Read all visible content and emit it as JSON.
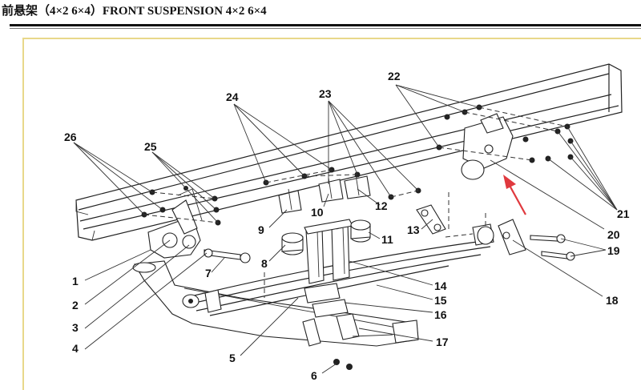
{
  "header": {
    "title": "前悬架（4×2 6×4）FRONT SUSPENSION 4×2 6×4"
  },
  "callouts": {
    "c1": "1",
    "c2": "2",
    "c3": "3",
    "c4": "4",
    "c5": "5",
    "c6": "6",
    "c7": "7",
    "c8": "8",
    "c9": "9",
    "c10": "10",
    "c11": "11",
    "c12": "12",
    "c13": "13",
    "c14": "14",
    "c15": "15",
    "c16": "16",
    "c17": "17",
    "c18": "18",
    "c19": "19",
    "c20": "20",
    "c21": "21",
    "c22": "22",
    "c23": "23",
    "c24": "24",
    "c25": "25",
    "c26": "26"
  },
  "colors": {
    "frame_border": "#e8d88a",
    "arrow": "#e0393e",
    "ink": "#222222"
  }
}
